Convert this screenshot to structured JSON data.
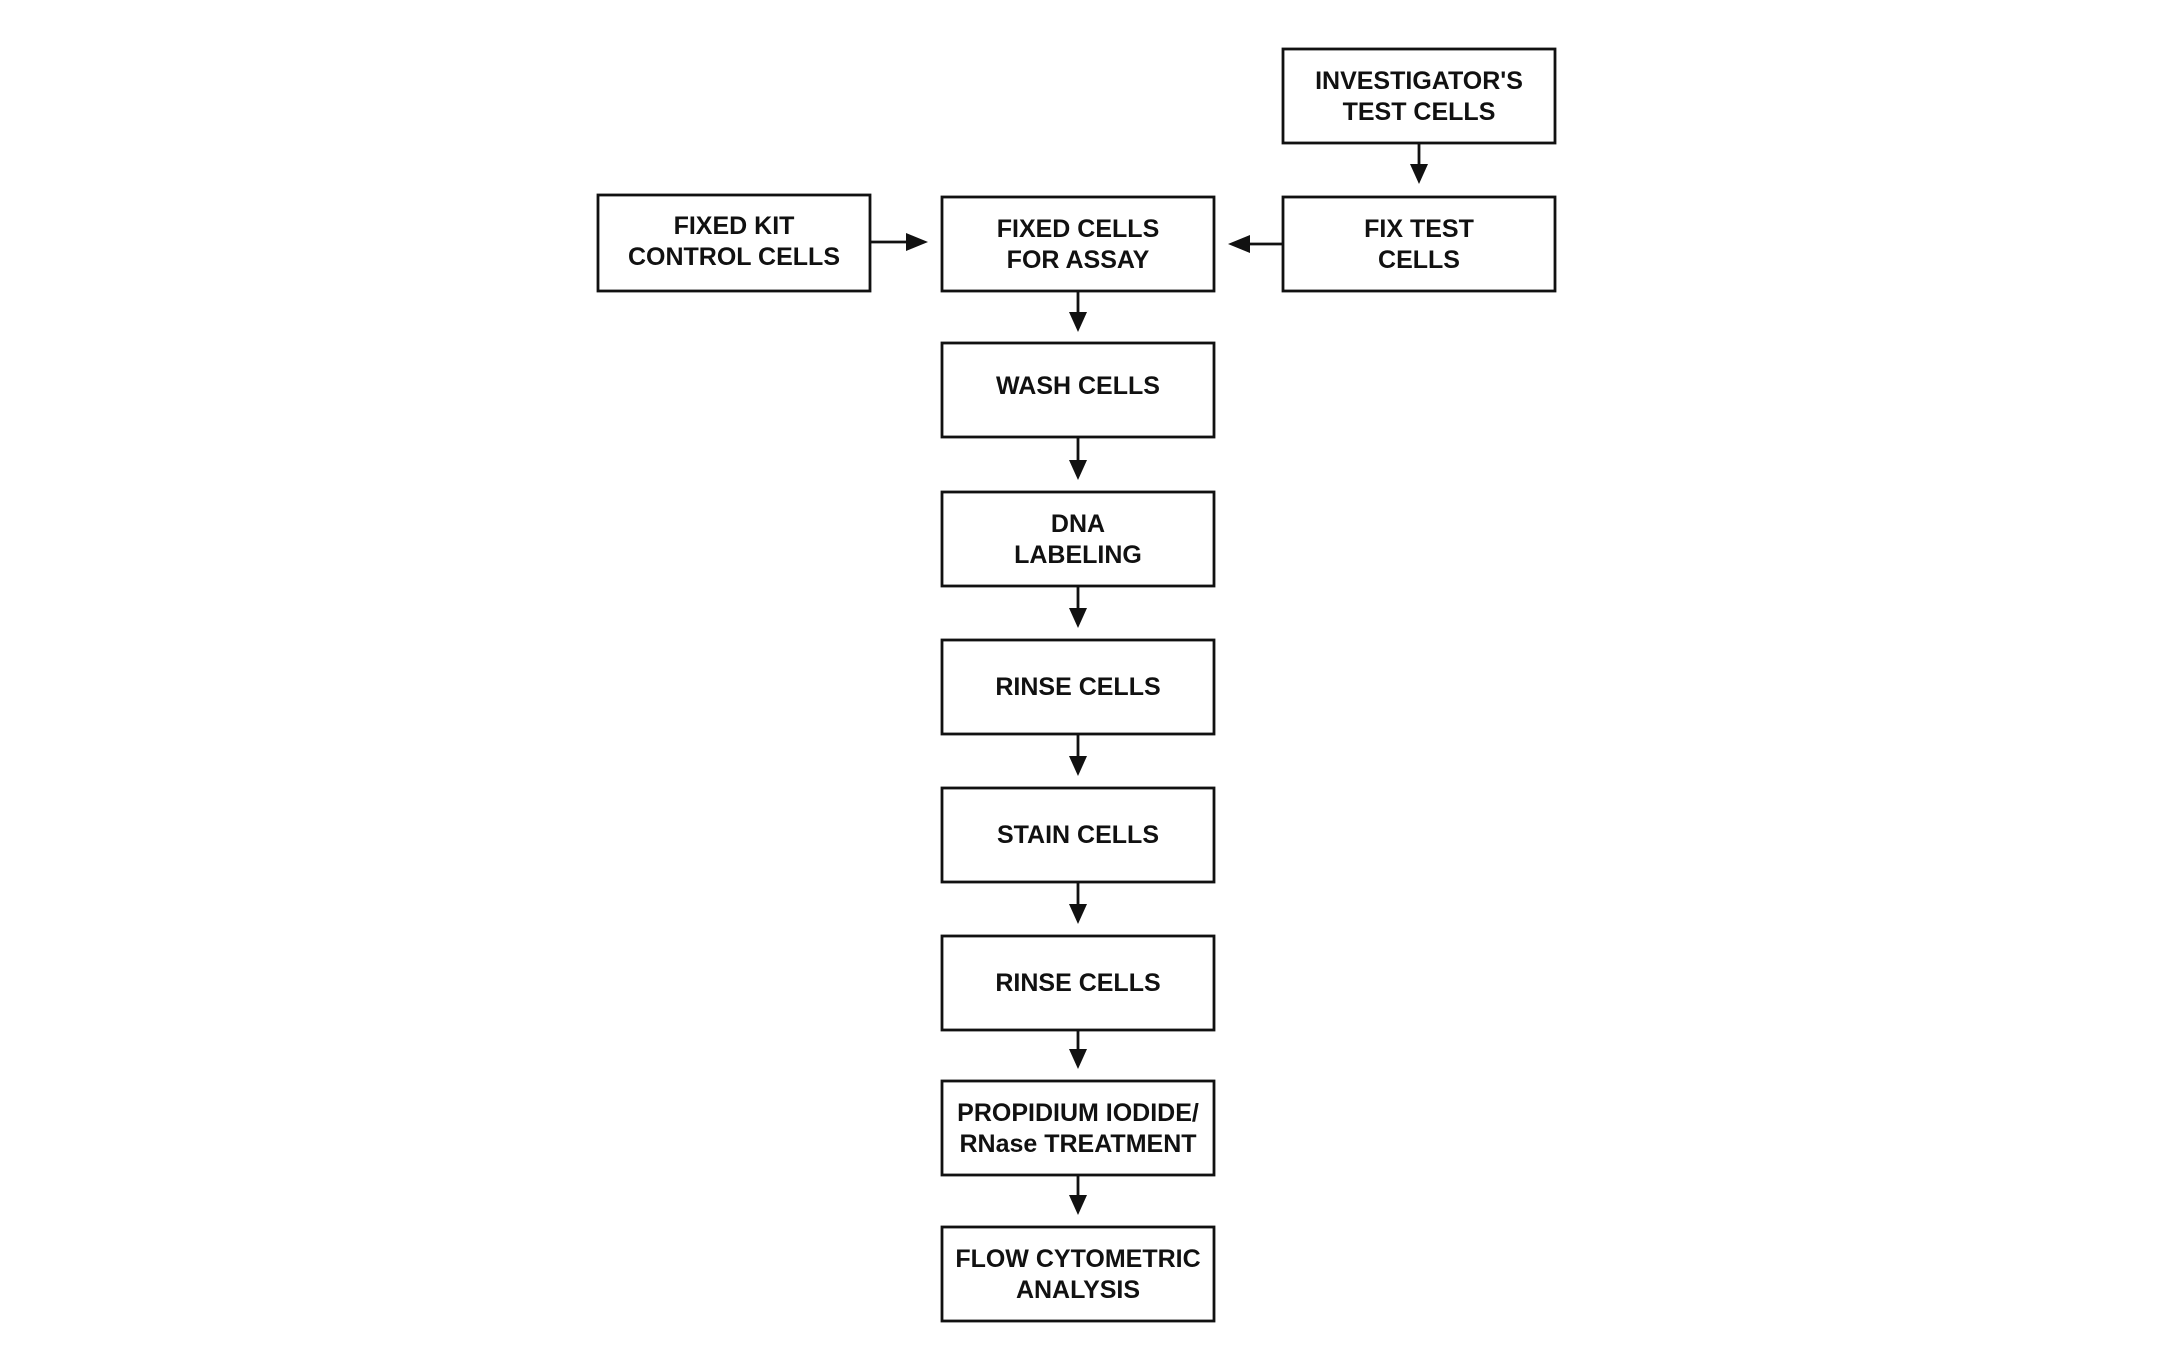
{
  "nodes": {
    "investigators_test_cells": {
      "line1": "INVESTIGATOR'S",
      "line2": "TEST CELLS"
    },
    "fixed_kit_control_cells": {
      "line1": "FIXED KIT",
      "line2": "CONTROL CELLS"
    },
    "fixed_cells_for_assay": {
      "line1": "FIXED CELLS",
      "line2": "FOR ASSAY"
    },
    "fix_test_cells": {
      "line1": "FIX TEST",
      "line2": "CELLS"
    },
    "wash_cells": {
      "line1": "WASH CELLS"
    },
    "dna_labeling": {
      "line1": "DNA",
      "line2": "LABELING"
    },
    "rinse_cells_1": {
      "line1": "RINSE CELLS"
    },
    "stain_cells": {
      "line1": "STAIN CELLS"
    },
    "rinse_cells_2": {
      "line1": "RINSE CELLS"
    },
    "propidium_iodide_rnase": {
      "line1": "PROPIDIUM IODIDE/",
      "line2": "RNase TREATMENT"
    },
    "flow_cytometric_analysis": {
      "line1": "FLOW CYTOMETRIC",
      "line2": "ANALYSIS"
    }
  },
  "edges": [
    {
      "from": "investigators_test_cells",
      "to": "fix_test_cells"
    },
    {
      "from": "fix_test_cells",
      "to": "fixed_cells_for_assay"
    },
    {
      "from": "fixed_kit_control_cells",
      "to": "fixed_cells_for_assay"
    },
    {
      "from": "fixed_cells_for_assay",
      "to": "wash_cells"
    },
    {
      "from": "wash_cells",
      "to": "dna_labeling"
    },
    {
      "from": "dna_labeling",
      "to": "rinse_cells_1"
    },
    {
      "from": "rinse_cells_1",
      "to": "stain_cells"
    },
    {
      "from": "stain_cells",
      "to": "rinse_cells_2"
    },
    {
      "from": "rinse_cells_2",
      "to": "propidium_iodide_rnase"
    },
    {
      "from": "propidium_iodide_rnase",
      "to": "flow_cytometric_analysis"
    }
  ],
  "colors": {
    "stroke": "#111111",
    "text": "#111111",
    "background": "#ffffff"
  }
}
